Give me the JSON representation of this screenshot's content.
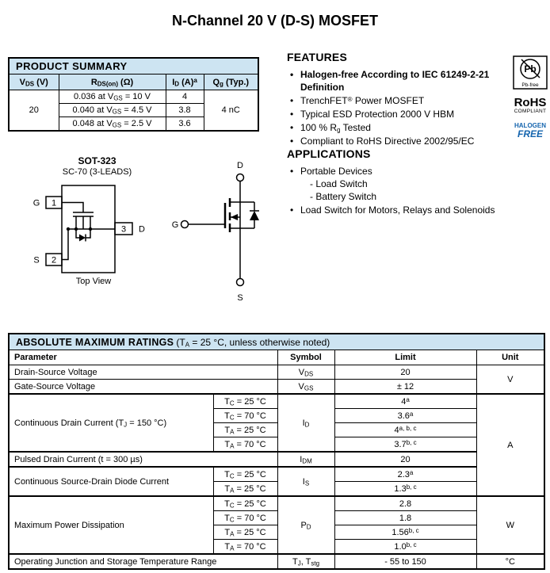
{
  "page": {
    "title": "N-Channel 20 V (D-S) MOSFET"
  },
  "colors": {
    "table_header_bg": "#cde4f2",
    "accent_blue": "#1565ae"
  },
  "product_summary": {
    "title": "PRODUCT SUMMARY",
    "columns": [
      "V~DS~ (V)",
      "R~DS(on)~ (Ω)",
      "I~D~ (A)^a^",
      "Q~g~ (Typ.)"
    ],
    "vds": "20",
    "qg": "4 nC",
    "rows": [
      {
        "rds_on": "0.036 at V~GS~ = 10 V",
        "id": "4"
      },
      {
        "rds_on": "0.040 at V~GS~ = 4.5 V",
        "id": "3.8"
      },
      {
        "rds_on": "0.048 at V~GS~ = 2.5 V",
        "id": "3.6"
      }
    ]
  },
  "features": {
    "title": "FEATURES",
    "items": [
      {
        "text": "Halogen-free According to IEC 61249-2-21\nDefinition",
        "bold": true
      },
      {
        "text": "TrenchFET^®^ Power MOSFET",
        "bold": false
      },
      {
        "text": "Typical ESD Protection 2000 V HBM",
        "bold": false
      },
      {
        "text": "100 % R~g~ Tested",
        "bold": false
      },
      {
        "text": "Compliant to RoHS Directive 2002/95/EC",
        "bold": false
      }
    ]
  },
  "applications": {
    "title": "APPLICATIONS",
    "items": [
      {
        "text": "Portable Devices",
        "subitems": [
          "- Load Switch",
          "- Battery Switch"
        ]
      },
      {
        "text": "Load Switch for Motors, Relays and Solenoids",
        "subitems": []
      }
    ]
  },
  "compliance": {
    "pb_symbol": "Pb",
    "pb_free_caption": "Pb-free",
    "rohs_label": "RoHS",
    "compliant_label": "COMPLIANT",
    "halogen_label": "HALOGEN",
    "free_label": "FREE"
  },
  "package": {
    "name": "SOT-323",
    "subtitle": "SC-70 (3-LEADS)",
    "caption": "Top View",
    "pins": {
      "gate": {
        "number": "1",
        "label": "G"
      },
      "source": {
        "number": "2",
        "label": "S"
      },
      "drain": {
        "number": "3",
        "label": "D"
      }
    }
  },
  "schematic": {
    "drain_label": "D",
    "gate_label": "G",
    "source_label": "S"
  },
  "abs_max": {
    "title": "ABSOLUTE MAXIMUM RATINGS",
    "note": "(T~A~ = 25 °C, unless otherwise noted)",
    "headers": [
      "Parameter",
      "Symbol",
      "Limit",
      "Unit"
    ],
    "groups": [
      {
        "parameter": "Drain-Source Voltage",
        "symbol": "V~DS~",
        "entries": [
          {
            "cond": "",
            "limit": "20"
          }
        ]
      },
      {
        "parameter": "Gate-Source Voltage",
        "symbol": "V~GS~",
        "entries": [
          {
            "cond": "",
            "limit": "± 12"
          }
        ]
      },
      {
        "parameter": "Continuous Drain Current (T~J~ = 150 °C)",
        "symbol": "I~D~",
        "entries": [
          {
            "cond": "T~C~ = 25 °C",
            "limit": "4^a^"
          },
          {
            "cond": "T~C~ = 70 °C",
            "limit": "3.6^a^"
          },
          {
            "cond": "T~A~ = 25 °C",
            "limit": "4^a, b, c^"
          },
          {
            "cond": "T~A~ = 70 °C",
            "limit": "3.7^b, c^"
          }
        ]
      },
      {
        "parameter": "Pulsed Drain Current (t = 300 µs)",
        "symbol": "I~DM~",
        "entries": [
          {
            "cond": "",
            "limit": "20"
          }
        ]
      },
      {
        "parameter": "Continuous Source-Drain Diode Current",
        "symbol": "I~S~",
        "entries": [
          {
            "cond": "T~C~ = 25 °C",
            "limit": "2.3^a^"
          },
          {
            "cond": "T~A~ = 25 °C",
            "limit": "1.3^b, c^"
          }
        ]
      },
      {
        "parameter": "Maximum Power Dissipation",
        "symbol": "P~D~",
        "entries": [
          {
            "cond": "T~C~ = 25 °C",
            "limit": "2.8"
          },
          {
            "cond": "T~C~ = 70 °C",
            "limit": "1.8"
          },
          {
            "cond": "T~A~ = 25 °C",
            "limit": "1.56^b, c^"
          },
          {
            "cond": "T~A~ = 70 °C",
            "limit": "1.0^b, c^"
          }
        ]
      },
      {
        "parameter": "Operating Junction and Storage Temperature Range",
        "symbol": "T~J~, T~stg~",
        "entries": [
          {
            "cond": "",
            "limit": "- 55 to 150"
          }
        ]
      }
    ],
    "units": [
      {
        "label": "V",
        "span": 2
      },
      {
        "label": "A",
        "span": 7
      },
      {
        "label": "W",
        "span": 4
      },
      {
        "label": "°C",
        "span": 1
      }
    ]
  }
}
